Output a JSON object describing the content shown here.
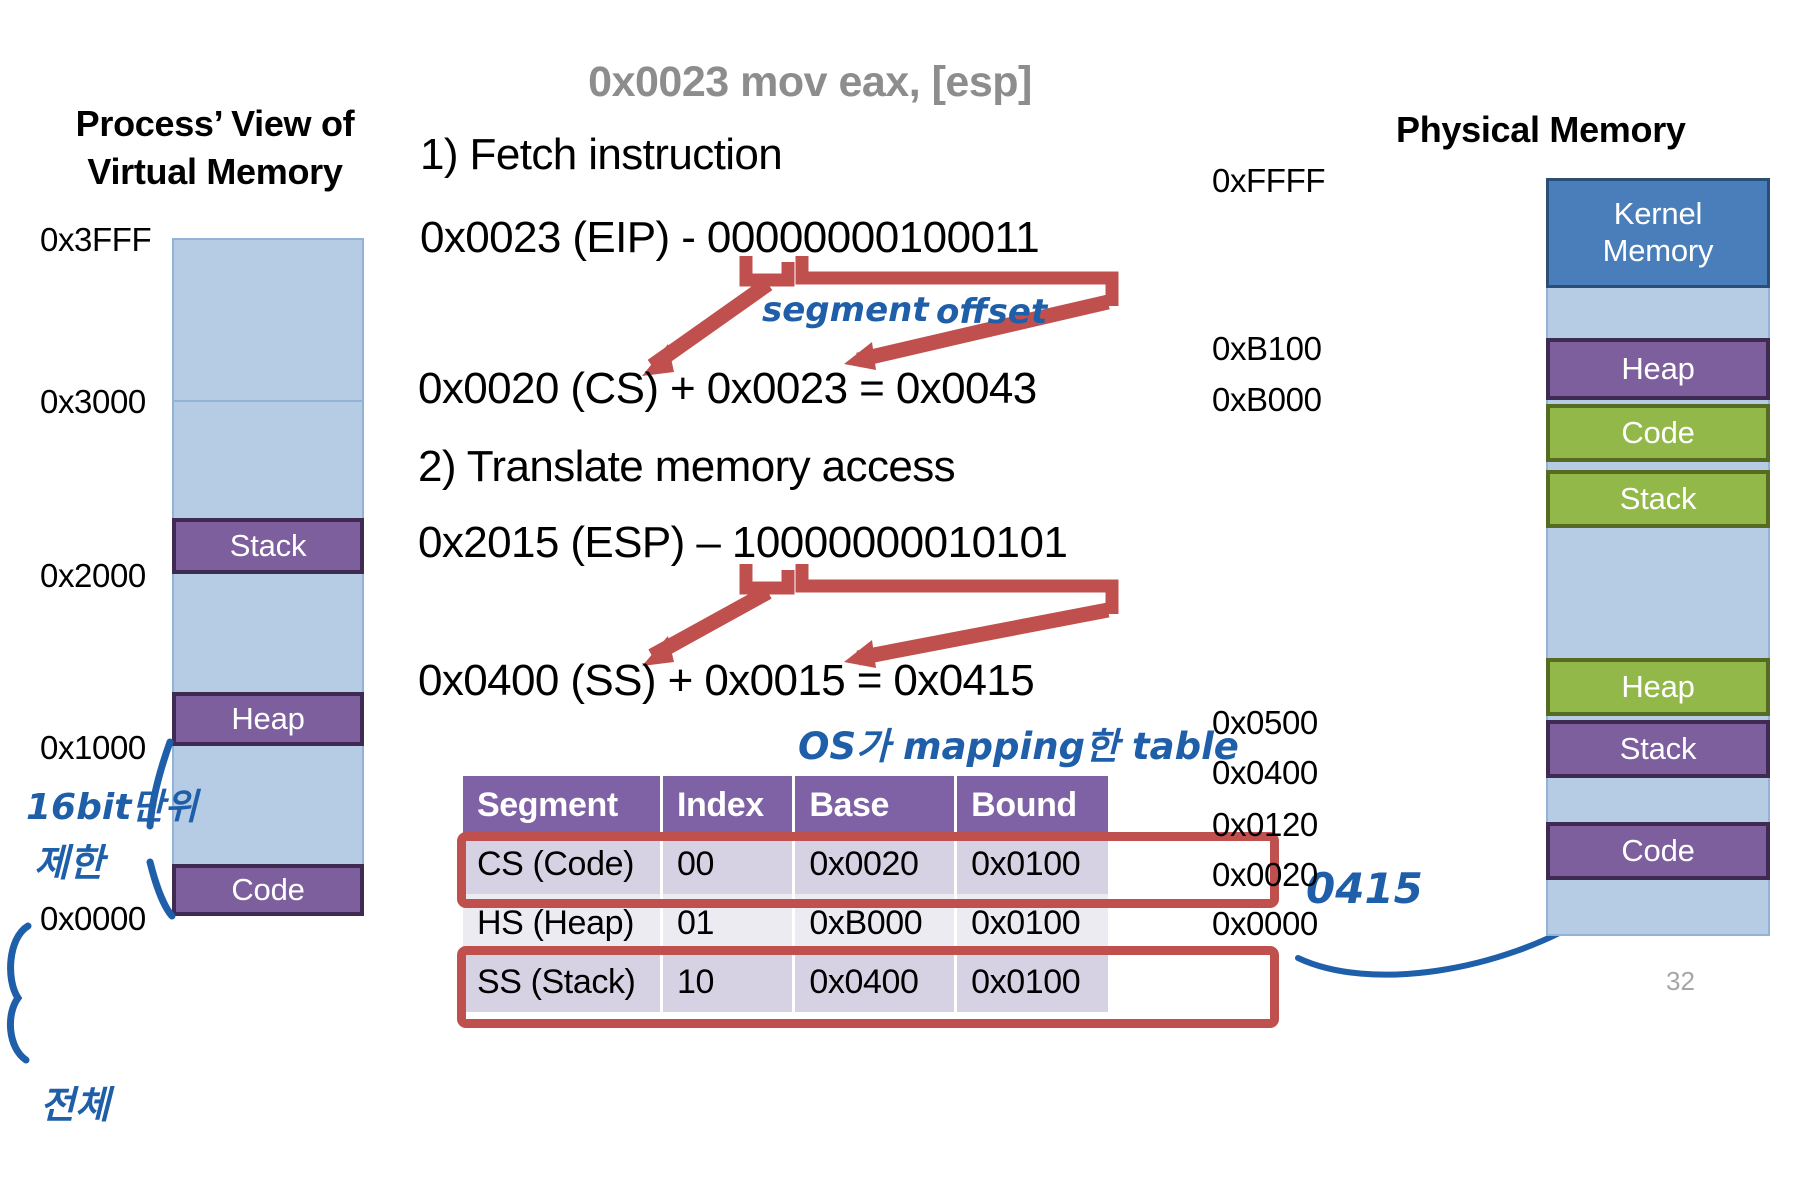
{
  "slide": {
    "page_number": "32",
    "instruction_title": "0x0023 mov eax, [esp]"
  },
  "virtual_memory": {
    "title_line1": "Process’ View of",
    "title_line2": "Virtual Memory",
    "addresses": [
      "0x3FFF",
      "0x3000",
      "0x2000",
      "0x1000",
      "0x0000"
    ],
    "segments": [
      {
        "label": "Stack",
        "color": "#7d5f9e"
      },
      {
        "label": "Heap",
        "color": "#7d5f9e"
      },
      {
        "label": "Code",
        "color": "#7d5f9e"
      }
    ]
  },
  "physical_memory": {
    "title": "Physical Memory",
    "addresses": [
      "0xFFFF",
      "0xB100",
      "0xB000",
      "0x0500",
      "0x0400",
      "0x0120",
      "0x0020",
      "0x0000"
    ],
    "segments": [
      {
        "label": "Kernel Memory",
        "color": "#4a7ebb"
      },
      {
        "label": "Heap",
        "color": "#7d5f9e"
      },
      {
        "label": "Code",
        "color": "#93b84a"
      },
      {
        "label": "Stack",
        "color": "#93b84a"
      },
      {
        "label": "Heap",
        "color": "#93b84a"
      },
      {
        "label": "Stack",
        "color": "#7d5f9e"
      },
      {
        "label": "Code",
        "color": "#7d5f9e"
      }
    ]
  },
  "steps": {
    "step1_label": "1) Fetch instruction",
    "step1_line": "0x0023 (EIP)  -  ",
    "step1_binary": "00000000100011",
    "step1_result": "0x0020 (CS) + 0x0023 = 0x0043",
    "step2_label": "2) Translate memory access",
    "step2_line": "0x2015 (ESP) – ",
    "step2_binary": "10000000010101",
    "step2_result": "0x0400 (SS) + 0x0015 = 0x0415"
  },
  "annotations": {
    "segment": "segment",
    "offset": "offset",
    "os_table": "OS가 mapping한 table",
    "result_0415": "0415",
    "left_note_line1": "16bit단위",
    "left_note_line2": "제한",
    "left_note_line3": "전체"
  },
  "segment_table": {
    "headers": [
      "Segment",
      "Index",
      "Base",
      "Bound"
    ],
    "rows": [
      {
        "segment": "CS (Code)",
        "index": "00",
        "base": "0x0020",
        "bound": "0x0100",
        "highlighted": true
      },
      {
        "segment": "HS (Heap)",
        "index": "01",
        "base": "0xB000",
        "bound": "0x0100",
        "highlighted": false
      },
      {
        "segment": "SS (Stack)",
        "index": "10",
        "base": "0x0400",
        "bound": "0x0100",
        "highlighted": true
      }
    ]
  },
  "colors": {
    "memory_bg": "#b6cbe4",
    "purple": "#7d5f9e",
    "green": "#93b84a",
    "blue": "#4a7ebb",
    "ink": "#1f5fa9",
    "marker_red": "#c0504d",
    "header_purple": "#7f62a5"
  }
}
